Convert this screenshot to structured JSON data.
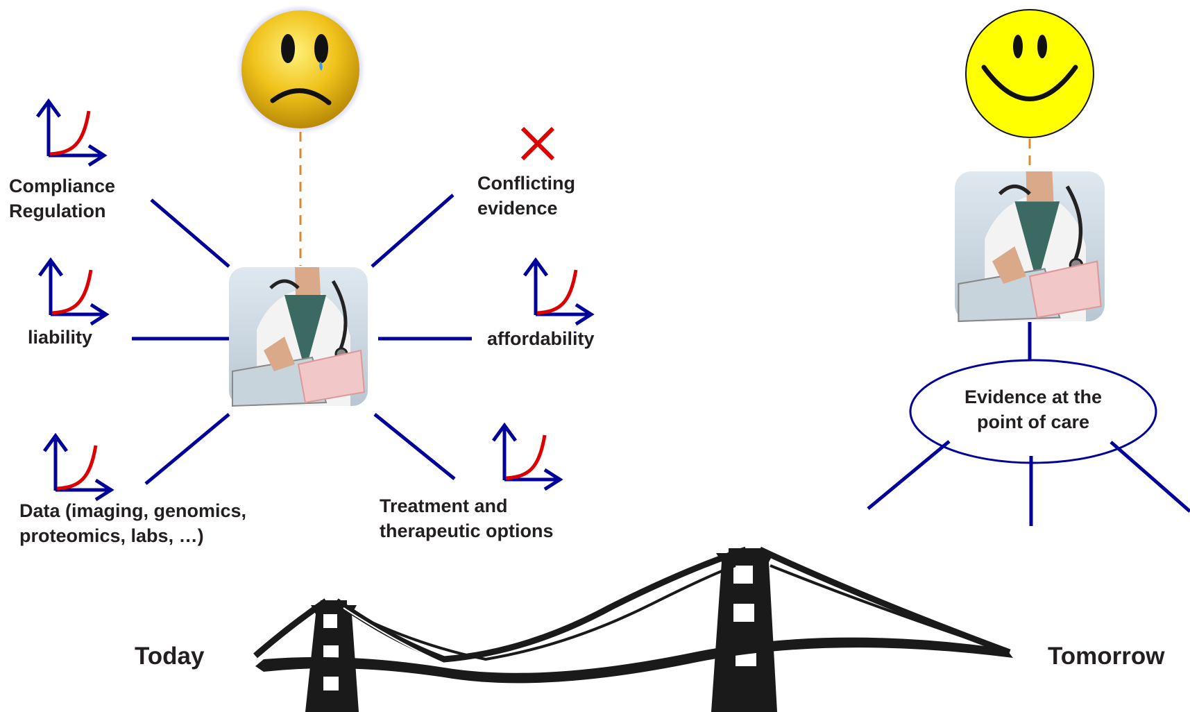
{
  "labels": {
    "compliance": [
      "Compliance",
      "Regulation"
    ],
    "conflicting": [
      "Conflicting",
      "evidence"
    ],
    "liability": "liability",
    "affordability": "affordability",
    "data": [
      "Data (imaging, genomics,",
      "proteomics, labs, …)"
    ],
    "treatment": [
      "Treatment and",
      "therapeutic options"
    ],
    "evidence": [
      "Evidence at the",
      "point of care"
    ],
    "today": "Today",
    "tomorrow": "Tomorrow"
  },
  "icons": {
    "sad_face": "sad-face-icon",
    "happy_face": "happy-face-icon",
    "doctor": "doctor-photo",
    "trend": "exponential-growth-icon",
    "conflict": "red-x-icon",
    "bridge": "suspension-bridge"
  },
  "colors": {
    "line_blue": "#00009a",
    "trend_red": "#dd0000",
    "dashed_orange": "#d98a2b",
    "text": "#231f20",
    "bridge": "#1a1a1a",
    "happy_yellow": "#ffff00",
    "sad_gold": "#e4b012"
  }
}
